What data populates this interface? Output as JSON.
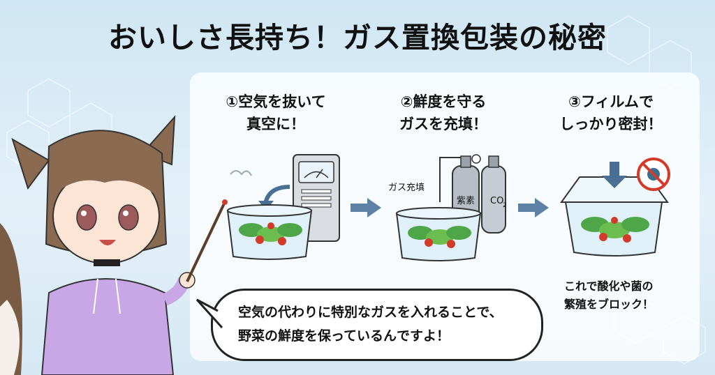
{
  "title": "おいしさ長持ち！ガス置換包装の秘密",
  "steps": [
    {
      "line1": "①空気を抜いて",
      "line2": "真空に！"
    },
    {
      "line1": "②鮮度を守る",
      "line2": "ガスを充填！"
    },
    {
      "line1": "③フィルムで",
      "line2": "しっかり密封！"
    }
  ],
  "gas_fill_label": "ガス充填",
  "tank_labels": {
    "nitrogen": "紫素",
    "co2_main": "CO",
    "co2_sub": "2"
  },
  "step3_caption": {
    "line1": "これで酸化や菌の",
    "line2": "繁殖をブロック！"
  },
  "speech": {
    "line1": "空気の代わりに特別なガスを入れることで、",
    "line2": "野菜の鮮度を保っているんですよ！"
  },
  "colors": {
    "arrow": "#5e82a6",
    "accent_red": "#d23b2a",
    "hoodie": "#c9a6e6",
    "hair": "#8a6a50"
  }
}
